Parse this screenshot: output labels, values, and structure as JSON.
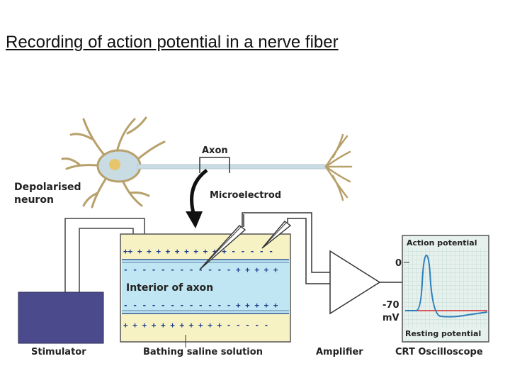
{
  "title": "Recording of action potential in a nerve fiber",
  "labels": {
    "axon": "Axon",
    "depolarised": "Depolarised",
    "neuron": "neuron",
    "microelectrode": "Microelectrod",
    "interior": "Interior of axon",
    "stimulator": "Stimulator",
    "bathing": "Bathing saline solution",
    "amplifier": "Amplifier",
    "oscilloscope": "CRT Oscilloscope",
    "action_potential": "Action potential",
    "resting_potential": "Resting potential",
    "zero": "0",
    "minus70": "-70",
    "mv": "mV"
  },
  "membrane": {
    "top_outer": "++ + + + + + + + + + +  - - - - -",
    "top_inner": "- - - - - - - - - - - -  + + + + +",
    "bottom_inner": "- - - - - - - - - - - -  + + + + +",
    "bottom_outer": "+ + + + + + + + + + +  - - - - -"
  },
  "colors": {
    "neuron": "#c9dbe3",
    "axon_interior": "#bfe6f2",
    "saline": "#f7f2c4",
    "stimulator": "#4a4a8c",
    "scope_bg": "#e6f1ee",
    "trace": "#2e7fb8",
    "baseline": "#d42a2a"
  }
}
